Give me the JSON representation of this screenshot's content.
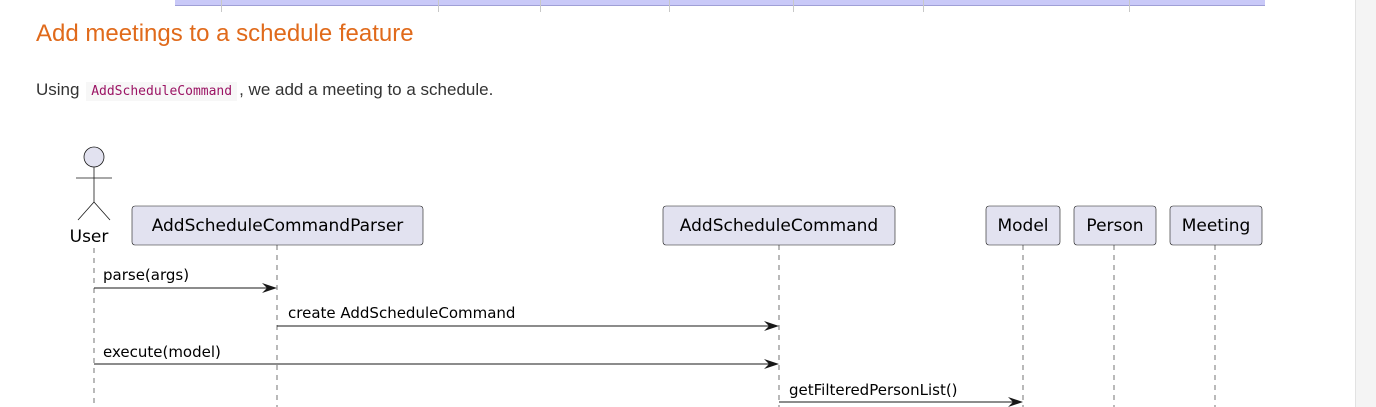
{
  "section": {
    "title": "Add meetings to a schedule feature",
    "description_prefix": "Using",
    "description_code": "AddScheduleCommand",
    "description_suffix": ", we add a meeting to a schedule."
  },
  "sequence_diagram": {
    "actor": "User",
    "participants": [
      "AddScheduleCommandParser",
      "AddScheduleCommand",
      "Model",
      "Person",
      "Meeting"
    ],
    "messages": [
      {
        "from": "User",
        "to": "AddScheduleCommandParser",
        "label": "parse(args)"
      },
      {
        "from": "AddScheduleCommandParser",
        "to": "AddScheduleCommand",
        "label": "create AddScheduleCommand"
      },
      {
        "from": "User",
        "to": "AddScheduleCommand",
        "label": "execute(model)"
      },
      {
        "from": "AddScheduleCommand",
        "to": "Model",
        "label": "getFilteredPersonList()"
      }
    ]
  },
  "colors": {
    "heading": "#e06a1b",
    "code_text": "#9b1464",
    "participant_fill": "#e2e2f0",
    "top_table_strip": "#c9c9f8"
  }
}
